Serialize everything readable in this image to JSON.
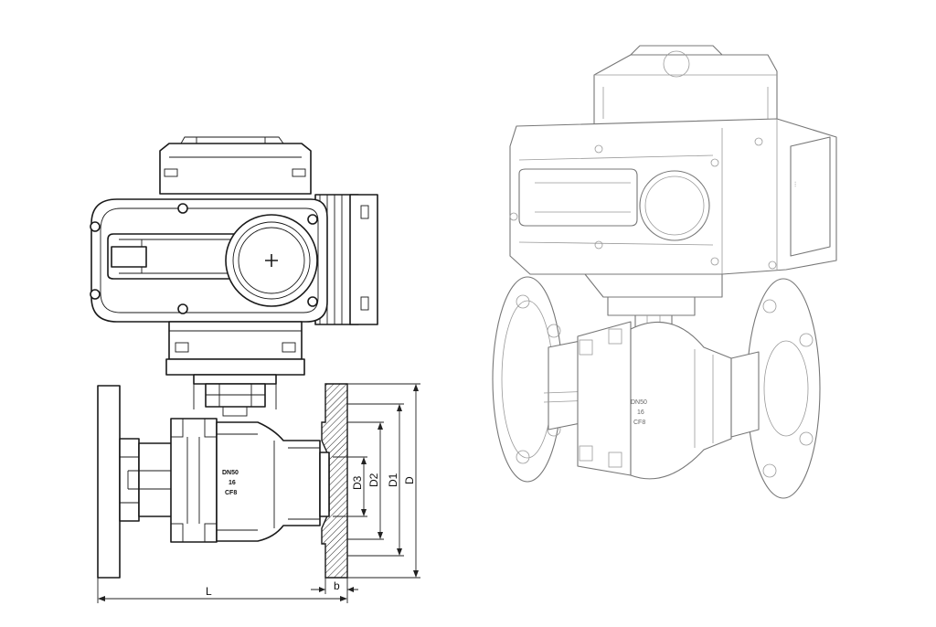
{
  "drawing": {
    "dimension_labels": {
      "L": "L",
      "b": "b",
      "D": "D",
      "D1": "D1",
      "D2": "D2",
      "D3": "D3"
    },
    "body_marking": {
      "line1": "DN50",
      "line2": "16",
      "line3": "CF8"
    }
  },
  "colors": {
    "line": "#1a1a1a",
    "perspective_line": "#777777",
    "background": "#ffffff"
  }
}
